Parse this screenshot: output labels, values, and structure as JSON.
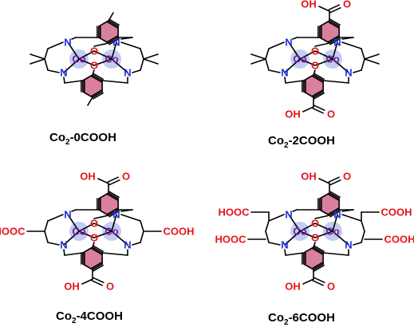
{
  "atoms": {
    "nitrogen": "N",
    "oxygen": "O",
    "cobalt": "Co",
    "carboxyl_group": "COOH",
    "carboxyl_group_left": "HOOC",
    "carboxyl_top_oh": "OH",
    "carboxyl_top_o": "O",
    "carboxyl_bottom_o": "O",
    "carboxyl_bottom_oh": "OH"
  },
  "panels": [
    {
      "caption_prefix": "Co",
      "caption_sub": "2",
      "caption_suffix": "-0COOH"
    },
    {
      "caption_prefix": "Co",
      "caption_sub": "2",
      "caption_suffix": "-2COOH"
    },
    {
      "caption_prefix": "Co",
      "caption_sub": "2",
      "caption_suffix": "-4COOH"
    },
    {
      "caption_prefix": "Co",
      "caption_sub": "2",
      "caption_suffix": "-6COOH"
    }
  ],
  "colors": {
    "nitrogen": "#1f2fd6",
    "oxygen": "#e5141b",
    "cobalt": "#7a1aa8",
    "cobalt_halo": "#b9c3ef",
    "arene_fill": "#d9809c",
    "bond": "#000000"
  }
}
